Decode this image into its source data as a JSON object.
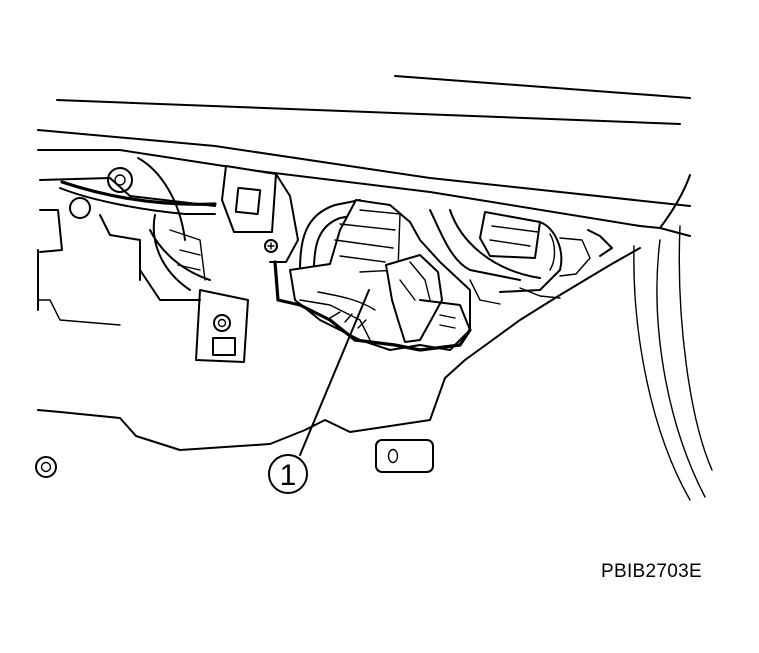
{
  "callouts": [
    {
      "label": "1",
      "part": "component-1"
    }
  ],
  "figure_code": "PBIB2703E",
  "colors": {
    "line": "#000000",
    "background": "#ffffff"
  }
}
